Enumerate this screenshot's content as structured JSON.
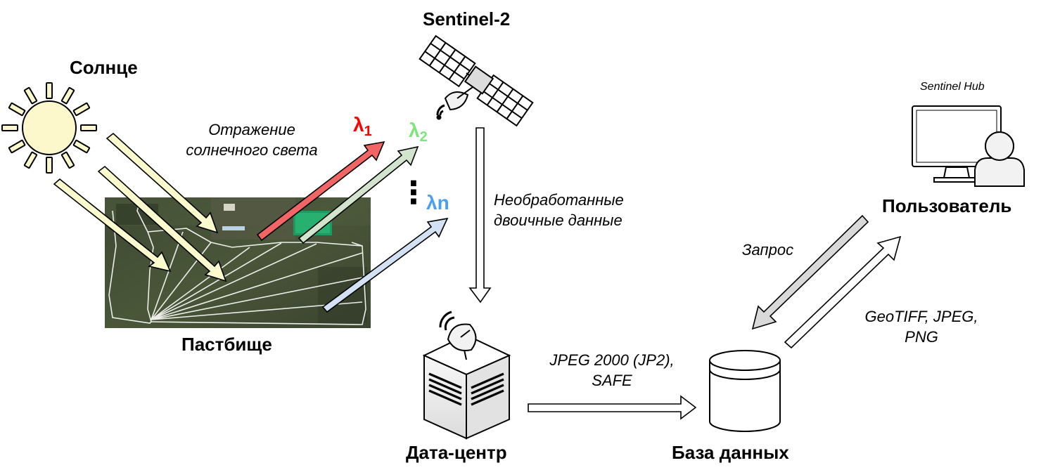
{
  "labels": {
    "sun": "Солнце",
    "pasture": "Пастбище",
    "satellite": "Sentinel-2",
    "datacenter": "Дата-центр",
    "database": "База данных",
    "user": "Пользователь",
    "hub": "Sentinel Hub"
  },
  "annotations": {
    "reflection_l1": "Отражение",
    "reflection_l2": "солнечного света",
    "raw_l1": "Необработанные",
    "raw_l2": "двоичные данные",
    "jp2_l1": "JPEG 2000 (JP2),",
    "jp2_l2": "SAFE",
    "request": "Запрос",
    "out_l1": "GeoTIFF, JPEG,",
    "out_l2": "PNG"
  },
  "bands": {
    "lambda": "λ",
    "b1_sub": "1",
    "b2_sub": "2",
    "bn": "λn",
    "dots": "⋮"
  },
  "colors": {
    "band1": "#ff0000",
    "band2": "#7de57d",
    "bandn": "#4a9ff0",
    "red_arrow": "#f26565",
    "green_arrow": "#d2e4cc",
    "blue_arrow": "#d3e1f5",
    "sun_arrow": "#fcfbcd",
    "sun_fill": "#fcf8cc",
    "request_arrow": "#d9d9d9"
  }
}
